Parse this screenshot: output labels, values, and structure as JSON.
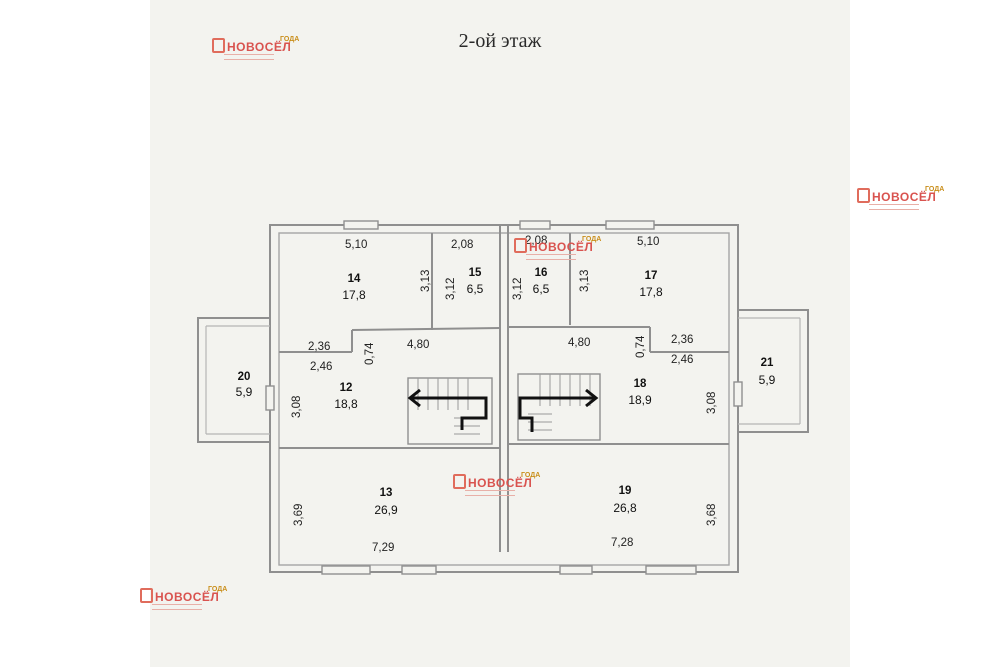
{
  "title": "2-ой этаж",
  "watermark": {
    "brand": "НОВОСЁЛ",
    "badge": "ГОДА"
  },
  "rooms": [
    {
      "id": "14",
      "num": "14",
      "area": "17,8"
    },
    {
      "id": "15",
      "num": "15",
      "area": "6,5"
    },
    {
      "id": "16",
      "num": "16",
      "area": "6,5"
    },
    {
      "id": "17",
      "num": "17",
      "area": "17,8"
    },
    {
      "id": "12",
      "num": "12",
      "area": "18,8"
    },
    {
      "id": "18",
      "num": "18",
      "area": "18,9"
    },
    {
      "id": "20",
      "num": "20",
      "area": "5,9"
    },
    {
      "id": "21",
      "num": "21",
      "area": "5,9"
    },
    {
      "id": "13",
      "num": "13",
      "area": "26,9"
    },
    {
      "id": "19",
      "num": "19",
      "area": "26,8"
    }
  ],
  "dims": {
    "d510a": "5,10",
    "d208a": "2,08",
    "d208b": "2,08",
    "d510b": "5,10",
    "d313a": "3,13",
    "d312a": "3,12",
    "d312b": "3,12",
    "d313b": "3,13",
    "d236a": "2,36",
    "d480a": "4,80",
    "d074a": "0,74",
    "d246a": "2,46",
    "d480b": "4,80",
    "d074b": "0,74",
    "d236b": "2,36",
    "d246b": "2,46",
    "d308a": "3,08",
    "d308b": "3,08",
    "d369": "3,69",
    "d368": "3,68",
    "d729": "7,29",
    "d728": "7,28"
  }
}
